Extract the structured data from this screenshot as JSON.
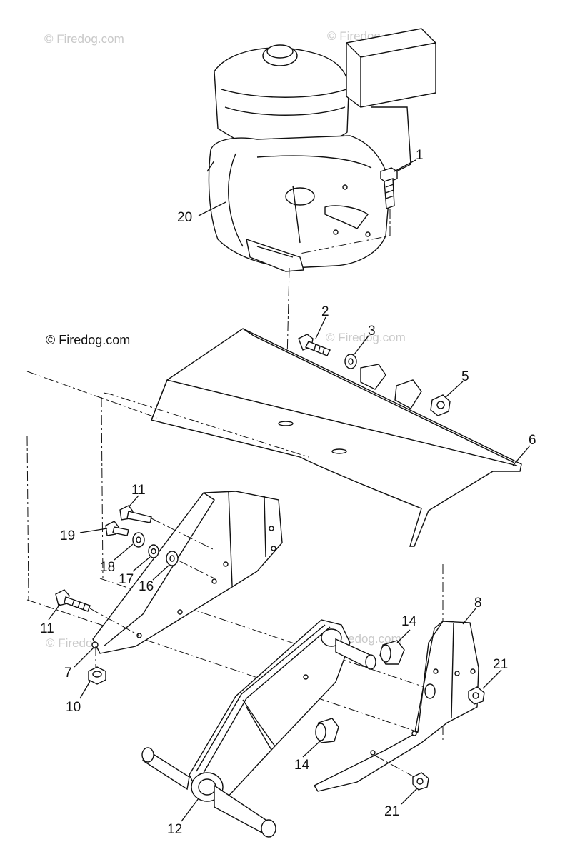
{
  "watermarks": [
    "© Firedog.com",
    "© Firedog.com",
    "© Firedog.com",
    "© Firedog.com",
    "© Firedog.com",
    "© Firedog.com"
  ],
  "parts": {
    "p1": "1",
    "p2": "2",
    "p3": "3",
    "p5": "5",
    "p6": "6",
    "p7": "7",
    "p8": "8",
    "p10": "10",
    "p11a": "11",
    "p11b": "11",
    "p12": "12",
    "p14a": "14",
    "p14b": "14",
    "p16": "16",
    "p17": "17",
    "p18": "18",
    "p19": "19",
    "p20": "20",
    "p21a": "21",
    "p21b": "21"
  }
}
